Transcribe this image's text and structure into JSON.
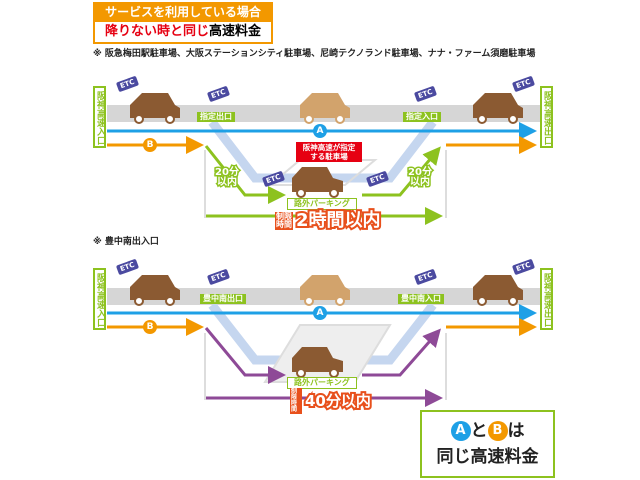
{
  "header": {
    "title": "サービスを利用している場合",
    "subtitle_red": "降りない時と同じ",
    "subtitle_black": "高速料金"
  },
  "section1": {
    "note": "※ 阪急梅田駅駐車場、大阪ステーションシティ駐車場、尼崎テクノランド駐車場、ナナ・ファーム須磨駐車場",
    "entrance": "阪神高速入口",
    "exit": "阪神高速出口",
    "exit_label": "指定出口",
    "entry_label": "指定入口",
    "designated": "阪神高速が指定する駐車場",
    "parking": "路外パーキング",
    "mins_left": "20分以内",
    "mins_right": "20分以内",
    "limit_small": "制限時間",
    "limit_big": "2時間以内"
  },
  "section2": {
    "note": "※ 豊中南出入口",
    "entrance": "阪神高速入口",
    "exit": "阪神高速出口",
    "exit_label": "豊中南出口",
    "entry_label": "豊中南入口",
    "parking": "路外パーキング",
    "limit_small": "制限時間",
    "limit_big": "40分以内"
  },
  "route_a": "A",
  "route_b": "B",
  "etc": "ETC",
  "summary": {
    "a": "A",
    "and": "と",
    "b": "B",
    "wa": "は",
    "line2": "同じ高速料金"
  },
  "colors": {
    "orange": "#f39800",
    "green": "#8dc21f",
    "blue": "#1ea0e6",
    "purple": "#8e4a97",
    "red": "#e60012",
    "car": "#8b5a32"
  }
}
